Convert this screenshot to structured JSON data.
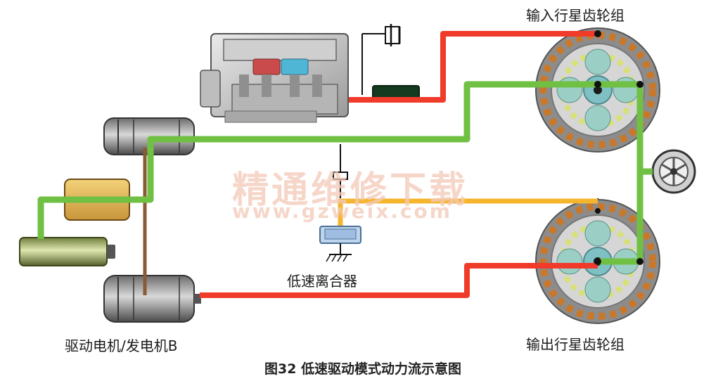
{
  "labels": {
    "input_planetary": "输入行星齿轮组",
    "output_planetary": "输出行星齿轮组",
    "low_speed_clutch": "低速离合器",
    "motor_generator_b": "驱动电机/发电机B"
  },
  "caption": "图32  低速驱动模式动力流示意图",
  "watermark": {
    "cn": "精通维修下载",
    "url": "www.gzweix.com"
  },
  "colors": {
    "engine_flow": "#f03a2a",
    "electric_flow": "#6fc043",
    "clutch_flow": "#f5b62e",
    "mechanical_link": "#8a5a34"
  }
}
